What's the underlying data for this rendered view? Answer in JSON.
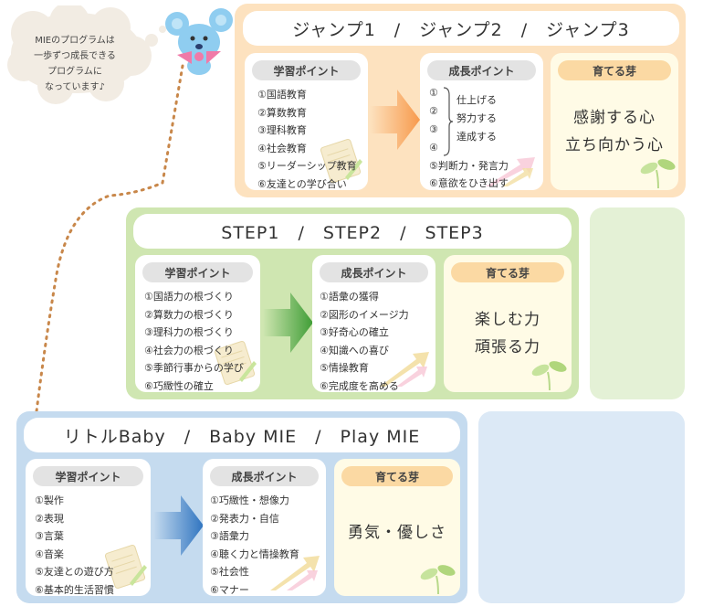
{
  "bubble": {
    "lines": [
      "MIEのプログラムは",
      "一歩ずつ成長できる",
      "プログラムに",
      "なっています♪"
    ]
  },
  "colors": {
    "top_panel": "#fde2bf",
    "mid_panel": "#cfe6b1",
    "bottom_panel": "#c5dbef",
    "side_green": "#e4f1d6",
    "side_blue": "#dce9f6",
    "arrow_orange": "#f7a35c",
    "arrow_green": "#4aa83d",
    "arrow_blue": "#3a7fc7"
  },
  "sections": {
    "top": {
      "title": "ジャンプ1　/　ジャンプ2　/　ジャンプ3",
      "learning": {
        "header": "学習ポイント",
        "items": [
          "①国語教育",
          "②算数教育",
          "③理科教育",
          "④社会教育",
          "⑤リーダーシップ教育",
          "⑥友達との学び合い"
        ]
      },
      "growth": {
        "header": "成長ポイント",
        "numbers": [
          "①",
          "②",
          "③",
          "④"
        ],
        "bracket_items": [
          "仕上げる",
          "努力する",
          "達成する"
        ],
        "items": [
          "⑤判断力・発言力",
          "⑥意欲をひき出す"
        ]
      },
      "seed": {
        "header": "育てる芽",
        "lines": [
          "感謝する心",
          "立ち向かう心"
        ]
      }
    },
    "middle": {
      "title": "STEP1　/　STEP2　/　STEP3",
      "learning": {
        "header": "学習ポイント",
        "items": [
          "①国語力の根づくり",
          "②算数力の根づくり",
          "③理科力の根づくり",
          "④社会力の根づくり",
          "⑤季節行事からの学び",
          "⑥巧緻性の確立"
        ]
      },
      "growth": {
        "header": "成長ポイント",
        "items": [
          "①語彙の獲得",
          "②図形のイメージ力",
          "③好奇心の確立",
          "④知識への喜び",
          "⑤情操教育",
          "⑥完成度を高める"
        ]
      },
      "seed": {
        "header": "育てる芽",
        "lines": [
          "楽しむ力",
          "頑張る力"
        ]
      }
    },
    "bottom": {
      "title": "リトルBaby　/　Baby MIE　/　Play MIE",
      "learning": {
        "header": "学習ポイント",
        "items": [
          "①製作",
          "②表現",
          "③言葉",
          "④音楽",
          "⑤友達との遊び方",
          "⑥基本的生活習慣"
        ]
      },
      "growth": {
        "header": "成長ポイント",
        "items": [
          "①巧緻性・想像力",
          "②発表力・自信",
          "③語彙力",
          "④聴く力と情操教育",
          "⑤社会性",
          "⑥マナー"
        ]
      },
      "seed": {
        "header": "育てる芽",
        "lines": [
          "勇気・優しさ"
        ]
      }
    }
  }
}
